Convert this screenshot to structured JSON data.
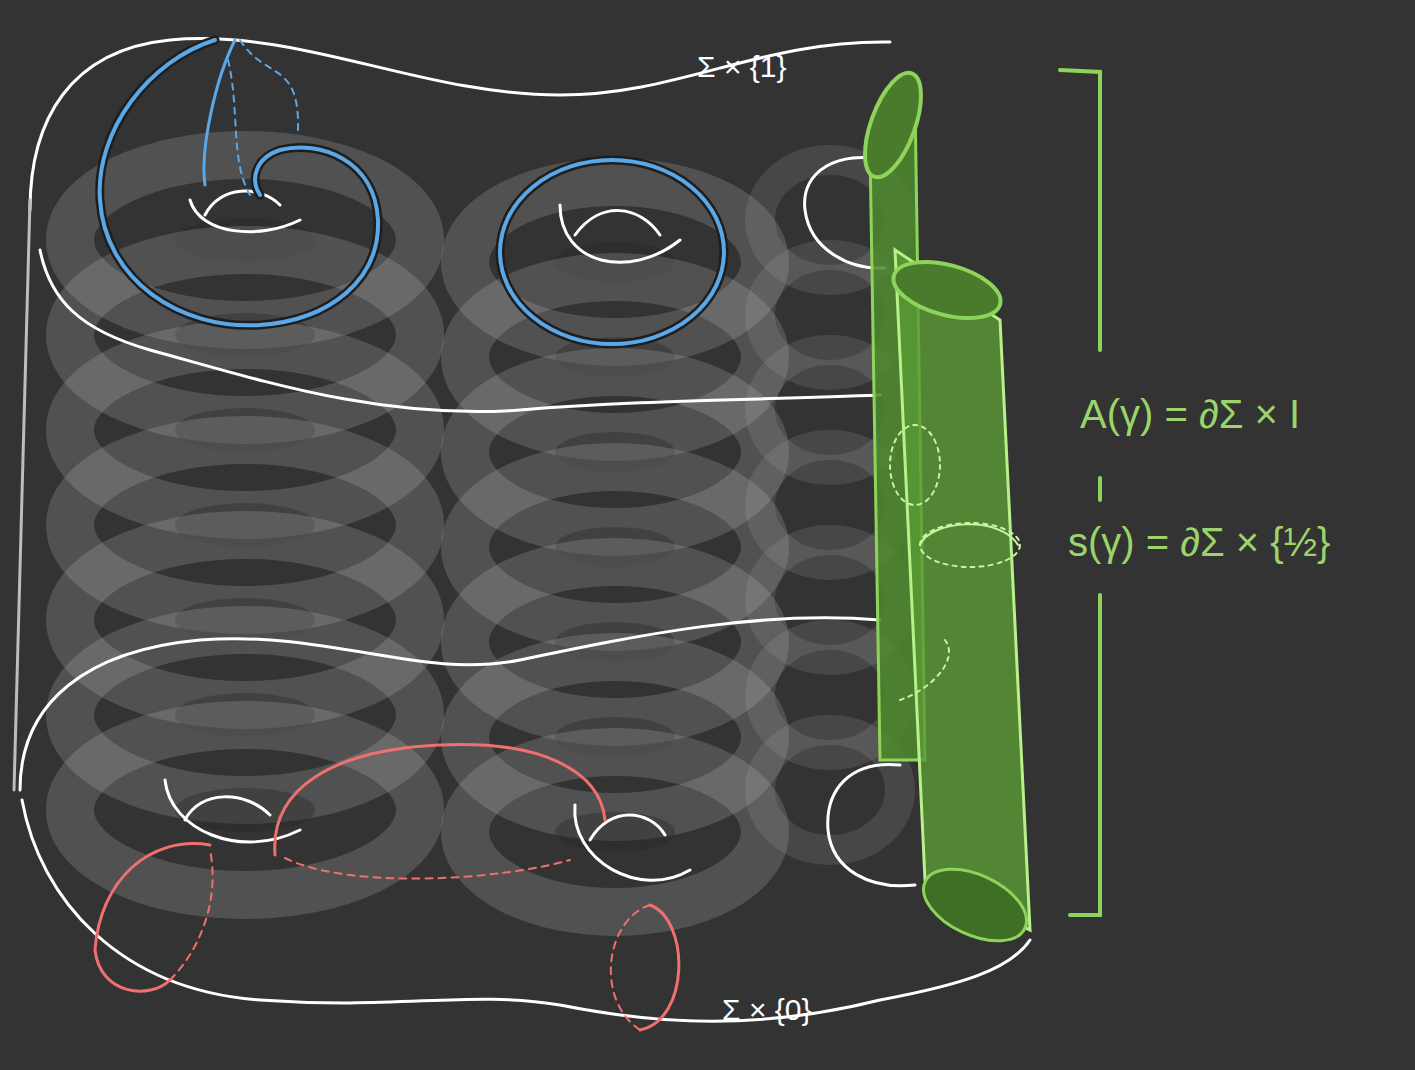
{
  "diagram": {
    "labels": [
      "Σ × {1}",
      "A(γ) = ∂Σ × I",
      "s(γ) = ∂Σ × {½}",
      "Σ × {0}"
    ]
  }
}
